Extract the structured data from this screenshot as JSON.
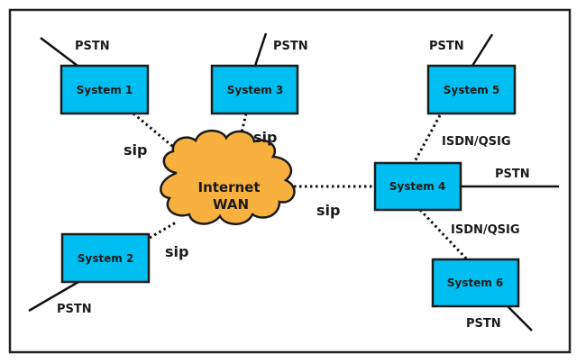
{
  "diagram": {
    "type": "network-topology",
    "cloud": {
      "line1": "Internet",
      "line2": "WAN",
      "color": "#f8b13f"
    },
    "box_color": "#00bff0",
    "systems": [
      {
        "id": "s1",
        "label": "System 1",
        "pstn": "PSTN"
      },
      {
        "id": "s2",
        "label": "System 2",
        "pstn": "PSTN"
      },
      {
        "id": "s3",
        "label": "System 3",
        "pstn": "PSTN"
      },
      {
        "id": "s4",
        "label": "System 4",
        "pstn": "PSTN"
      },
      {
        "id": "s5",
        "label": "System 5",
        "pstn": "PSTN"
      },
      {
        "id": "s6",
        "label": "System 6",
        "pstn": "PSTN"
      }
    ],
    "links": [
      {
        "from": "System 1",
        "to": "Internet WAN",
        "label": "sip"
      },
      {
        "from": "System 3",
        "to": "Internet WAN",
        "label": "sip"
      },
      {
        "from": "System 2",
        "to": "Internet WAN",
        "label": "sip"
      },
      {
        "from": "System 4",
        "to": "Internet WAN",
        "label": "sip"
      },
      {
        "from": "System 4",
        "to": "System 5",
        "label": "ISDN/QSIG"
      },
      {
        "from": "System 4",
        "to": "System 6",
        "label": "ISDN/QSIG"
      }
    ]
  }
}
